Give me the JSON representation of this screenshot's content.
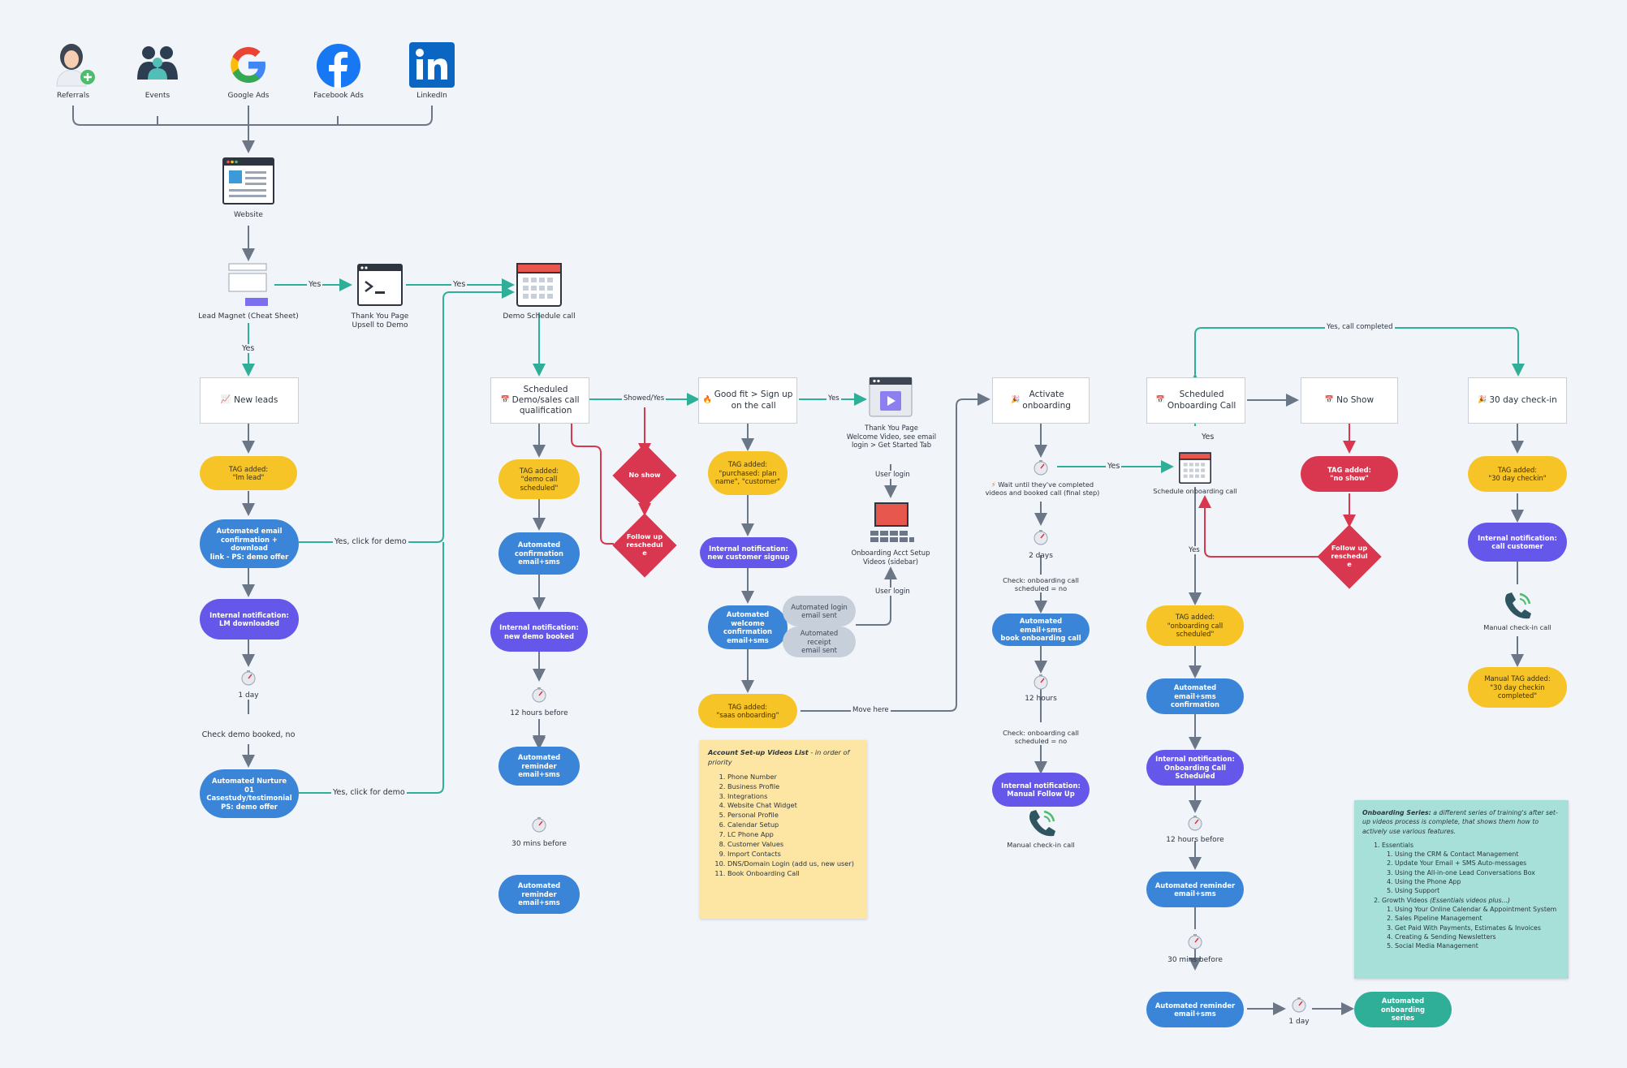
{
  "sources": {
    "referrals": "Referrals",
    "events": "Events",
    "google_ads": "Google Ads",
    "facebook_ads": "Facebook Ads",
    "linkedin": "LinkedIn"
  },
  "website": "Website",
  "lead_magnet": "Lead Magnet (Cheat Sheet)",
  "thank_you_upsell": "Thank You Page\nUpsell to Demo",
  "demo_schedule_call": "Demo Schedule call",
  "edges": {
    "yes": "Yes",
    "yes2": "Yes",
    "yes3": "Yes",
    "yes4": "Yes",
    "yes5": "Yes",
    "yes6": "Yes",
    "yes_click_demo_1": "Yes, click for demo",
    "yes_click_demo_2": "Yes, click for demo",
    "showed_yes": "Showed/Yes",
    "yes_call_completed": "Yes, call completed",
    "move_here": "Move here",
    "user_login_1": "User login",
    "user_login_2": "User login"
  },
  "col1": {
    "new_leads": "New leads",
    "tag_lm": "TAG added:\n\"lm lead\"",
    "auto_email": "Automated email\nconfirmation + download\nlink - PS: demo offer",
    "internal_lm": "Internal notification:\nLM downloaded",
    "one_day": "1 day",
    "check_demo": "Check demo booked, no",
    "nurture": "Automated Nurture 01\nCasestudy/testimonial\nPS: demo offer"
  },
  "col2": {
    "scheduled": "Scheduled\nDemo/sales call\nqualification",
    "tag_demo": "TAG added:\n\"demo call scheduled\"",
    "auto_confirm": "Automated\nconfirmation\nemail+sms",
    "internal_demo": "Internal notification:\nnew demo booked",
    "twelve_hours": "12 hours before",
    "reminder1": "Automated reminder\nemail+sms",
    "thirty_mins": "30 mins before",
    "reminder2": "Automated reminder\nemail+sms",
    "no_show": "No show",
    "follow_up": "Follow up\nreschedul\ne"
  },
  "col3": {
    "good_fit": "Good fit > Sign up\non the call",
    "tag_purchased": "TAG added:\n\"purchased: plan\nname\", \"customer\"",
    "internal_signup": "Internal notification:\nnew customer signup",
    "welcome": "Automated welcome\nconfirmation\nemail+sms",
    "login_sent": "Automated login\nemail sent",
    "receipt_sent": "Automated receipt\nemail sent",
    "tag_saas": "TAG added:\n\"saas onboarding\"",
    "thank_you_welcome": "Thank You Page\nWelcome Video, see email\nlogin > Get Started Tab",
    "onboarding_videos": "Onboarding Acct Setup\nVideos (sidebar)"
  },
  "videos_note": {
    "title": "Account Set-up Videos List",
    "subtitle": " - in order of priority",
    "items": [
      "Phone Number",
      "Business Profile",
      "Integrations",
      "Website Chat Widget",
      "Personal Profile",
      "Calendar Setup",
      "LC Phone App",
      "Customer Values",
      "Import Contacts",
      "DNS/Domain Login (add us, new user)",
      "Book Onboarding Call"
    ]
  },
  "col4": {
    "activate": "Activate\nonboarding",
    "wait": "Wait until they've completed\nvideos and booked call (final step)",
    "two_days": "2 days",
    "check1": "Check: onboarding call\nscheduled = no",
    "auto_book": "Automated email+sms\nbook onboarding call",
    "twelve_hours": "12 hours",
    "check2": "Check: onboarding call\nscheduled = no",
    "internal_follow": "Internal notification:\nManual Follow Up",
    "manual_checkin": "Manual check-in call"
  },
  "col5": {
    "scheduled_onboarding": "Scheduled\nOnboarding Call",
    "schedule_call": "Schedule onboarding call",
    "tag_onboarding": "TAG added:\n\"onboarding call\nscheduled\"",
    "auto_confirm": "Automated email+sms\nconfirmation",
    "internal_sched": "Internal notification:\nOnboarding Call Scheduled",
    "twelve_before": "12 hours before",
    "reminder1": "Automated reminder\nemail+sms",
    "thirty_before": "30 mins before",
    "reminder2": "Automated reminder\nemail+sms",
    "one_day": "1 day",
    "onboarding_series": "Automated onboarding\nseries"
  },
  "col6": {
    "no_show": "No Show",
    "tag_no_show": "TAG added:\n\"no show\"",
    "follow_up": "Follow up\nreschedul\ne"
  },
  "col7": {
    "checkin": "30 day check-in",
    "tag_30": "TAG added:\n\"30 day checkin\"",
    "internal_call": "Internal notification:\ncall customer",
    "manual_call": "Manual check-in call",
    "manual_tag": "Manual TAG added:\n\"30 day checkin completed\""
  },
  "series_note": {
    "title": "Onboarding Series:",
    "intro": " a different series of training's after set-up videos process is complete, that shows them how to actively use various features.",
    "essentials": "Essentials",
    "essentials_items": [
      "Using the CRM & Contact Management",
      "Update Your Email + SMS Auto-messages",
      "Using the All-in-one Lead Conversations Box",
      "Using the Phone App",
      "Using Support"
    ],
    "growth": "Growth Videos ",
    "growth_em": "(Essentials videos plus...)",
    "growth_items": [
      "Using Your Online Calendar & Appointment System",
      "Sales Pipeline Management",
      "Get Paid With Payments, Estimates & Invoices",
      "Creating & Sending Newsletters",
      "Social Media Management"
    ]
  },
  "colors": {
    "connector": "#6b7787",
    "teal_connector": "#2fae98",
    "red_connector": "#d9374f",
    "yellow": "#f6c426",
    "blue": "#3b85d8",
    "purple": "#6557ea",
    "note_yellow": "#fde6a3",
    "note_teal": "#a6e0d8"
  }
}
